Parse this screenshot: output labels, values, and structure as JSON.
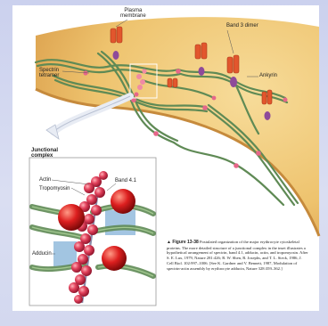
{
  "labels": {
    "plasma_membrane": [
      "Plasma",
      "membrane"
    ],
    "band3_dimer": "Band 3 dimer",
    "spectrin_tetramer": [
      "Spectrin",
      "tetramer"
    ],
    "ankyrin": "Ankyrin",
    "junctional_complex": [
      "Junctional",
      "complex"
    ],
    "actin": "Actin",
    "band41": "Band 4.1",
    "tropomyosin": "Tropomyosin",
    "adducin": "Adducin"
  },
  "caption": {
    "figure": "▲ Figure 13-38",
    "text": "Postulated organization of the major erythrocyte cytoskeletal proteins. The more detailed structure of a junctional complex in the inset illustrates a hypothetical arrangement of spectrin, band 4.1, adducin, actin, and tropomyosin. After S. E. Lux, 1979, Nature 281:426; R. W. Shen, R. Josephs, and T. L. Steck, 1986, J. Cell Biol. 102:997–1006. [See K. Gardner and V. Bennett, 1987, Modulation of spectrin-actin assembly by erythrocyte adducin, Nature 328:359–362.]"
  },
  "colors": {
    "membrane": "#eec36e",
    "spectrin": "#5f8a55",
    "band3": "#e2562d",
    "ankyrin": "#8e4a9a",
    "actin_bead": "#d8304a",
    "band41": "#d41818",
    "adducin": "#9ec2e0"
  }
}
